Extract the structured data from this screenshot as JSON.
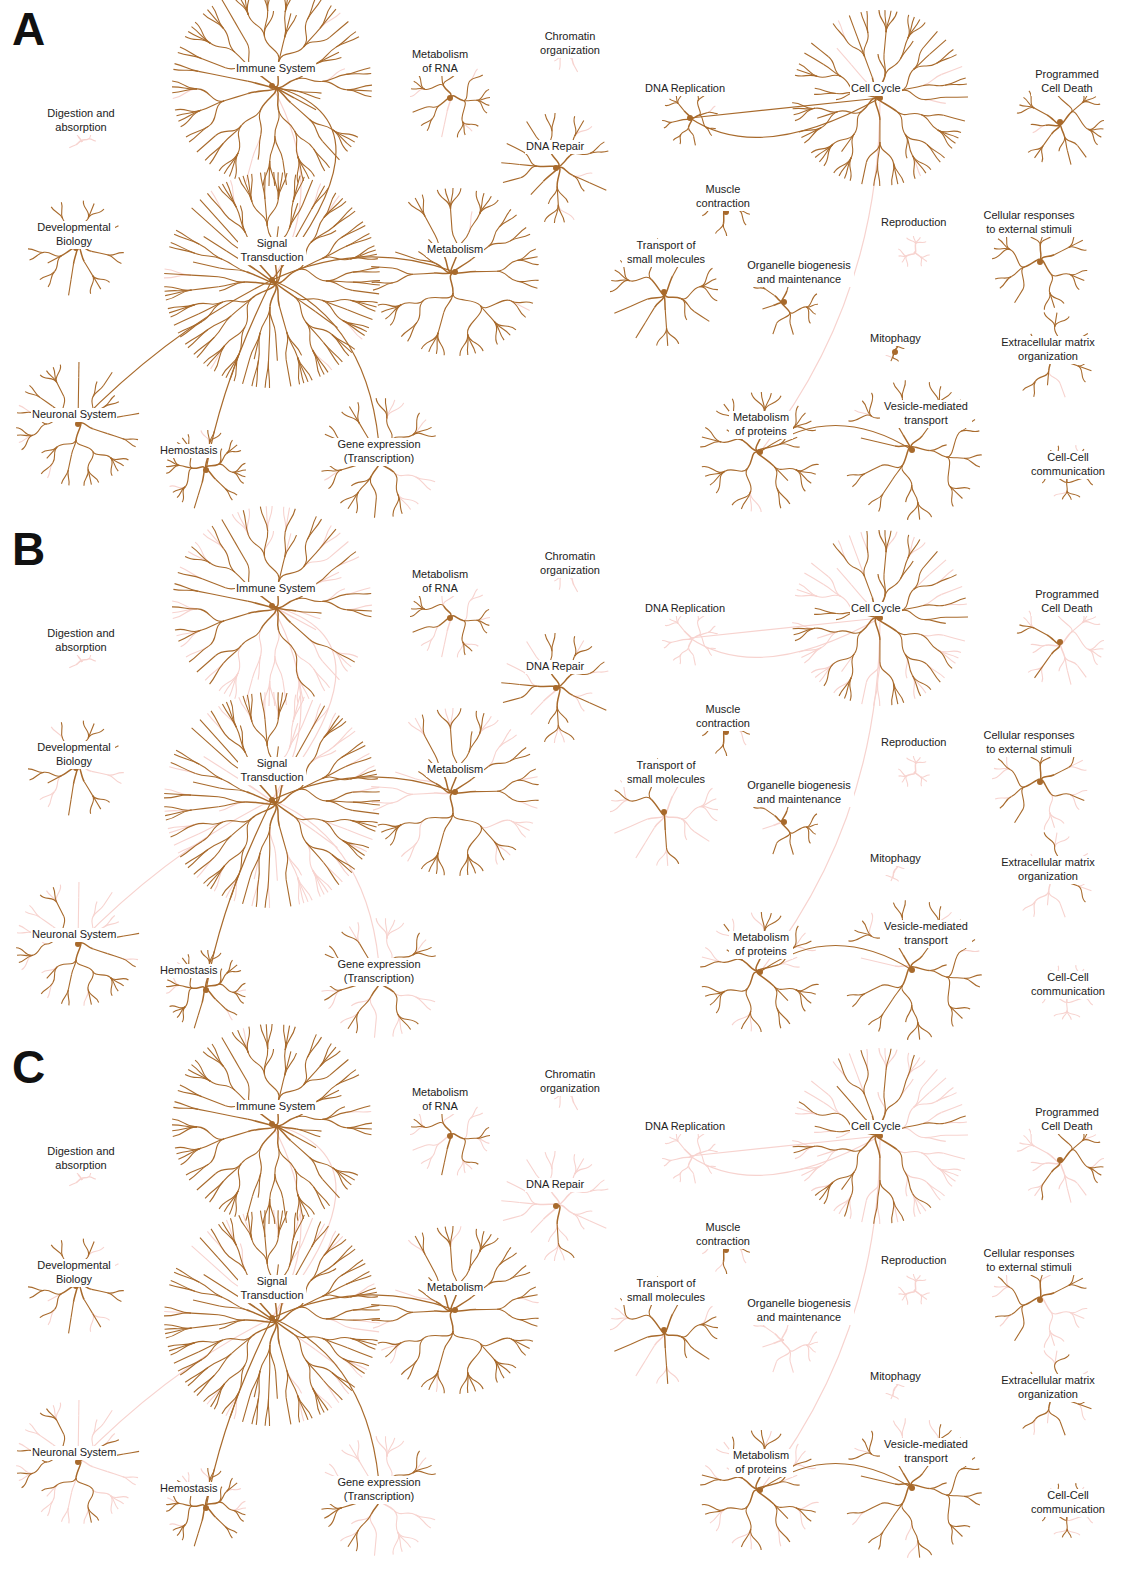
{
  "diagram": {
    "labels": [
      "A",
      "Immune System",
      "Metabolism of RNA",
      "Chromatin organization",
      "DNA Replication",
      "Cell Cycle",
      "Programmed Cell Death",
      "Digestion and absorption",
      "DNA Repair",
      "Developmental Biology",
      "Signal Transduction",
      "Metabolism",
      "Muscle contraction",
      "Reproduction",
      "Cellular responses to external stimuli",
      "Transport of small molecules",
      "Organelle biogenesis and maintenance",
      "Mitophagy",
      "Extracellular matrix organization",
      "Neuronal System",
      "Hemostasis",
      "Gene expression (Transcription)",
      "Metabolism of proteins",
      "Vesicle-mediated transport",
      "Cell-Cell communication",
      "B",
      "Immune System",
      "Metabolism of RNA",
      "Chromatin organization",
      "DNA Replication",
      "Cell Cycle",
      "Programmed Cell Death",
      "Digestion and absorption",
      "DNA Repair",
      "Developmental Biology",
      "Signal Transduction",
      "Metabolism",
      "Muscle contraction",
      "Reproduction",
      "Cellular responses to external stimuli",
      "Transport of small molecules",
      "Organelle biogenesis and maintenance",
      "Mitophagy",
      "Extracellular matrix organization",
      "Neuronal System",
      "Hemostasis",
      "Gene expression (Transcription)",
      "Metabolism of proteins",
      "Vesicle-mediated transport",
      "Cell-Cell communication",
      "C",
      "Immune System",
      "Metabolism of RNA",
      "Chromatin organization",
      "DNA Replication",
      "Cell Cycle",
      "Programmed Cell Death",
      "Digestion and absorption",
      "DNA Repair",
      "Developmental Biology",
      "Signal Transduction",
      "Metabolism",
      "Muscle contraction",
      "Reproduction",
      "Cellular responses to external stimuli",
      "Transport of small molecules",
      "Organelle biogenesis and maintenance",
      "Mitophagy",
      "Extracellular matrix organization",
      "Neuronal System",
      "Hemostasis",
      "Gene expression (Transcription)",
      "Metabolism of proteins",
      "Vesicle-mediated transport",
      "Cell-Cell communication"
    ]
  }
}
